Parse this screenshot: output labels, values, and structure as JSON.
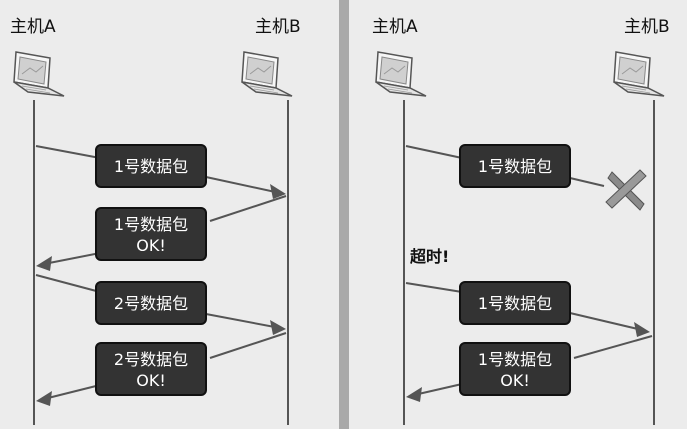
{
  "left": {
    "host_a": "主机A",
    "host_b": "主机B",
    "packets": [
      {
        "lines": [
          "1号数据包"
        ]
      },
      {
        "lines": [
          "1号数据包",
          "OK!"
        ]
      },
      {
        "lines": [
          "2号数据包"
        ]
      },
      {
        "lines": [
          "2号数据包",
          "OK!"
        ]
      }
    ]
  },
  "right": {
    "host_a": "主机A",
    "host_b": "主机B",
    "timeout_note": "超时!",
    "packets": [
      {
        "lines": [
          "1号数据包"
        ]
      },
      {
        "lines": [
          "1号数据包"
        ]
      },
      {
        "lines": [
          "1号数据包",
          "OK!"
        ]
      }
    ]
  },
  "colors": {
    "background": "#ececec",
    "divider": "#a9a9a9",
    "packet_fill": "#333333",
    "packet_text": "#ffffff",
    "lost_mark": "#8a8a8a"
  },
  "icons": {
    "host": "laptop-icon",
    "lost": "x-mark-icon"
  }
}
